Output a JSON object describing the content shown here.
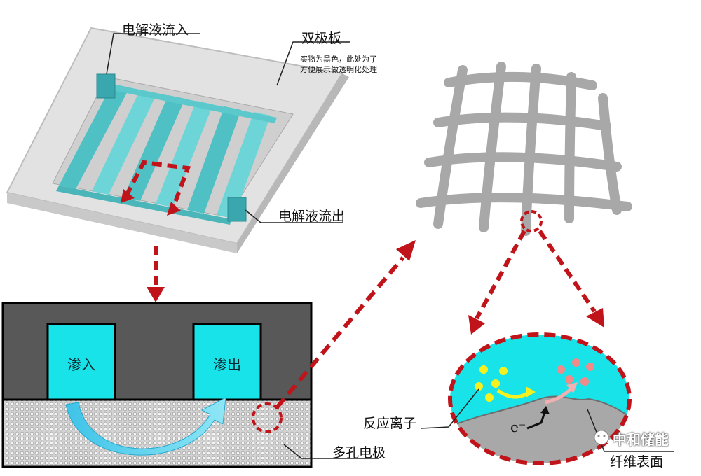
{
  "labels": {
    "inlet": "电解液流入",
    "bipolar_plate": "双极板",
    "bipolar_note_line1": "实物为黑色，此处为了",
    "bipolar_note_line2": "方便展示做透明化处理",
    "outlet": "电解液流出",
    "infiltrate_in": "渗入",
    "infiltrate_out": "渗出",
    "porous_electrode": "多孔电极",
    "reactive_ions": "反应离子",
    "fiber_surface": "纤维表面",
    "electron": "e⁻"
  },
  "watermark": "中和储能",
  "colors": {
    "cyan": "#17e3e8",
    "flow_channel": "#5bc9cc",
    "dashed_arrow": "#c0141a",
    "plate_gray": "#d9d9d9",
    "dark_block": "#585858",
    "fiber_gray": "#a8a8a8",
    "ion_yellow": "#f5f01e",
    "ion_pink": "#f28a8a"
  }
}
